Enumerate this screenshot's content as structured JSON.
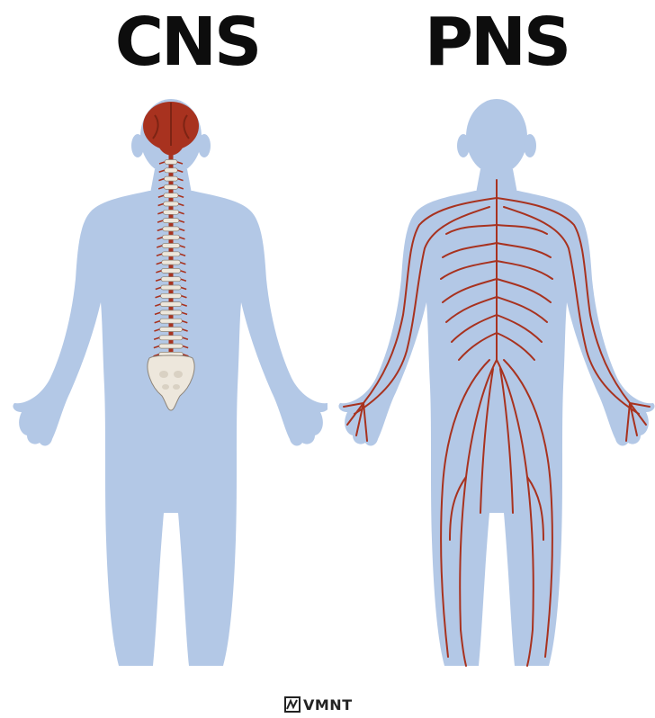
{
  "titles": {
    "cns": "CNS",
    "pns": "PNS"
  },
  "brand": {
    "wordmark": "VMNT"
  },
  "colors": {
    "body_silhouette": "#b3c8e6",
    "nerve": "#a8321f",
    "brain": "#a8321f",
    "bone": "#ede7dc",
    "text": "#0d0d0d"
  },
  "icons": [
    "human-body-silhouette",
    "brain-icon",
    "spinal-cord-icon",
    "pelvis-icon",
    "nerve-network-icon",
    "vmnt-logo-mark-icon"
  ]
}
